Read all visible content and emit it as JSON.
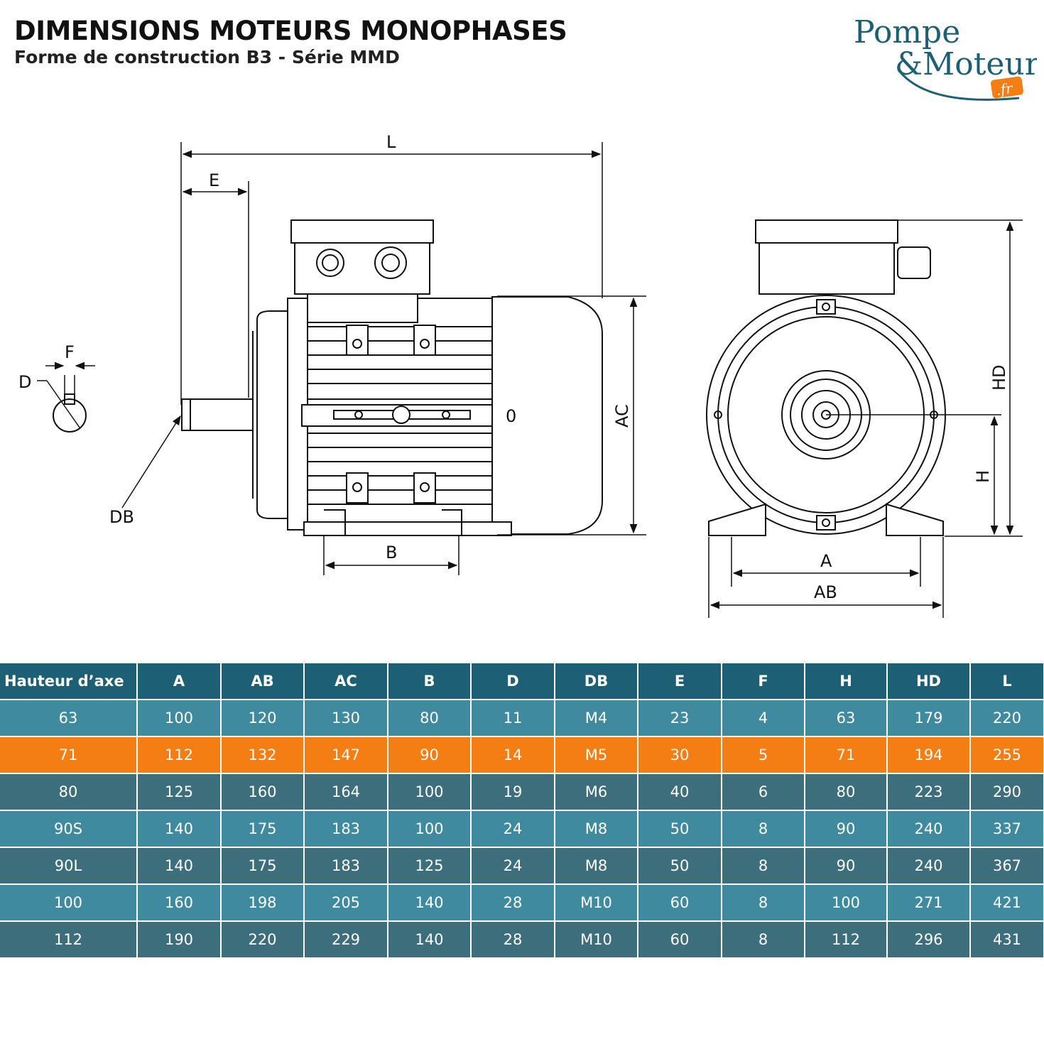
{
  "header": {
    "title": "DIMENSIONS MOTEURS MONOPHASES",
    "subtitle": "Forme de construction B3 - Série MMD"
  },
  "logo": {
    "line1": "Pompe",
    "line2": "&Moteur",
    "badge": ".fr",
    "colors": {
      "text": "#1d5f74",
      "badge": "#f47e13"
    }
  },
  "drawing": {
    "labels": {
      "L": "L",
      "E": "E",
      "F": "F",
      "D": "D",
      "DB": "DB",
      "B": "B",
      "AC": "AC",
      "zero": "0",
      "HD": "HD",
      "H": "H",
      "A": "A",
      "AB": "AB"
    }
  },
  "table": {
    "headers": [
      "Hauteur d’axe",
      "A",
      "AB",
      "AC",
      "B",
      "D",
      "DB",
      "E",
      "F",
      "H",
      "HD",
      "L"
    ],
    "rows": [
      [
        "63",
        "100",
        "120",
        "130",
        "80",
        "11",
        "M4",
        "23",
        "4",
        "63",
        "179",
        "220"
      ],
      [
        "71",
        "112",
        "132",
        "147",
        "90",
        "14",
        "M5",
        "30",
        "5",
        "71",
        "194",
        "255"
      ],
      [
        "80",
        "125",
        "160",
        "164",
        "100",
        "19",
        "M6",
        "40",
        "6",
        "80",
        "223",
        "290"
      ],
      [
        "90S",
        "140",
        "175",
        "183",
        "100",
        "24",
        "M8",
        "50",
        "8",
        "90",
        "240",
        "337"
      ],
      [
        "90L",
        "140",
        "175",
        "183",
        "125",
        "24",
        "M8",
        "50",
        "8",
        "90",
        "240",
        "367"
      ],
      [
        "100",
        "160",
        "198",
        "205",
        "140",
        "28",
        "M10",
        "60",
        "8",
        "100",
        "271",
        "421"
      ],
      [
        "112",
        "190",
        "220",
        "229",
        "140",
        "28",
        "M10",
        "60",
        "8",
        "112",
        "296",
        "431"
      ]
    ],
    "colors": {
      "header": "#1d5f74",
      "teal": "#3f8a9e",
      "slate": "#3d6e7b",
      "highlight": "#f47e13"
    }
  }
}
